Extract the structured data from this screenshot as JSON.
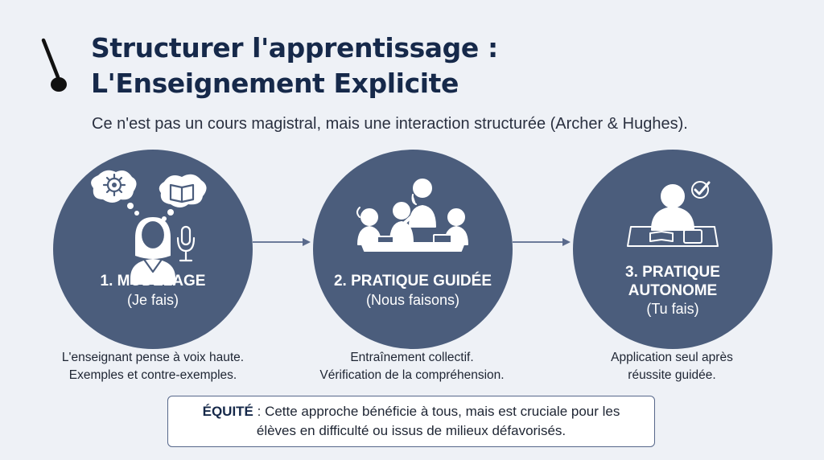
{
  "header": {
    "title_line1": "Structurer l'apprentissage :",
    "title_line2": "L'Enseignement Explicite",
    "subtitle": "Ce n'est pas un cours magistral, mais une interaction structurée (Archer & Hughes).",
    "logo_icon": "pen-nib-icon"
  },
  "steps": [
    {
      "label_lines": [
        "1. MODELAGE"
      ],
      "sub": "(Je fais)",
      "desc_lines": [
        "L'enseignant pense à voix haute.",
        "Exemples et contre-exemples."
      ],
      "icon": "teacher-thinking-icon"
    },
    {
      "label_lines": [
        "2. PRATIQUE GUIDÉE"
      ],
      "sub": "(Nous faisons)",
      "desc_lines": [
        "Entraînement collectif.",
        "Vérification de la compréhension."
      ],
      "icon": "group-work-icon"
    },
    {
      "label_lines": [
        "3. PRATIQUE",
        "AUTONOME"
      ],
      "sub": "(Tu fais)",
      "desc_lines": [
        "Application seul après",
        "réussite guidée."
      ],
      "icon": "student-independent-icon"
    }
  ],
  "note": {
    "bold": "ÉQUITÉ",
    "text_line1": " : Cette approche bénéficie à tous, mais est cruciale pour les",
    "text_line2": "élèves en difficulté ou issus de milieux défavorisés."
  },
  "colors": {
    "background": "#eef1f6",
    "circle": "#4b5d7c",
    "title": "#16294a",
    "arrow": "#5a6a8c"
  }
}
